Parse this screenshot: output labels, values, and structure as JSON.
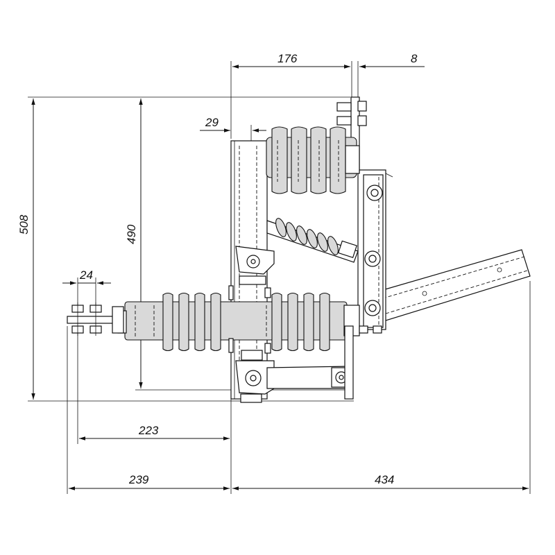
{
  "dimensions": {
    "width_176": "176",
    "gap_8": "8",
    "offset_29": "29",
    "height_508": "508",
    "height_490": "490",
    "spacing_24": "24",
    "length_223": "223",
    "length_239": "239",
    "length_434": "434"
  }
}
